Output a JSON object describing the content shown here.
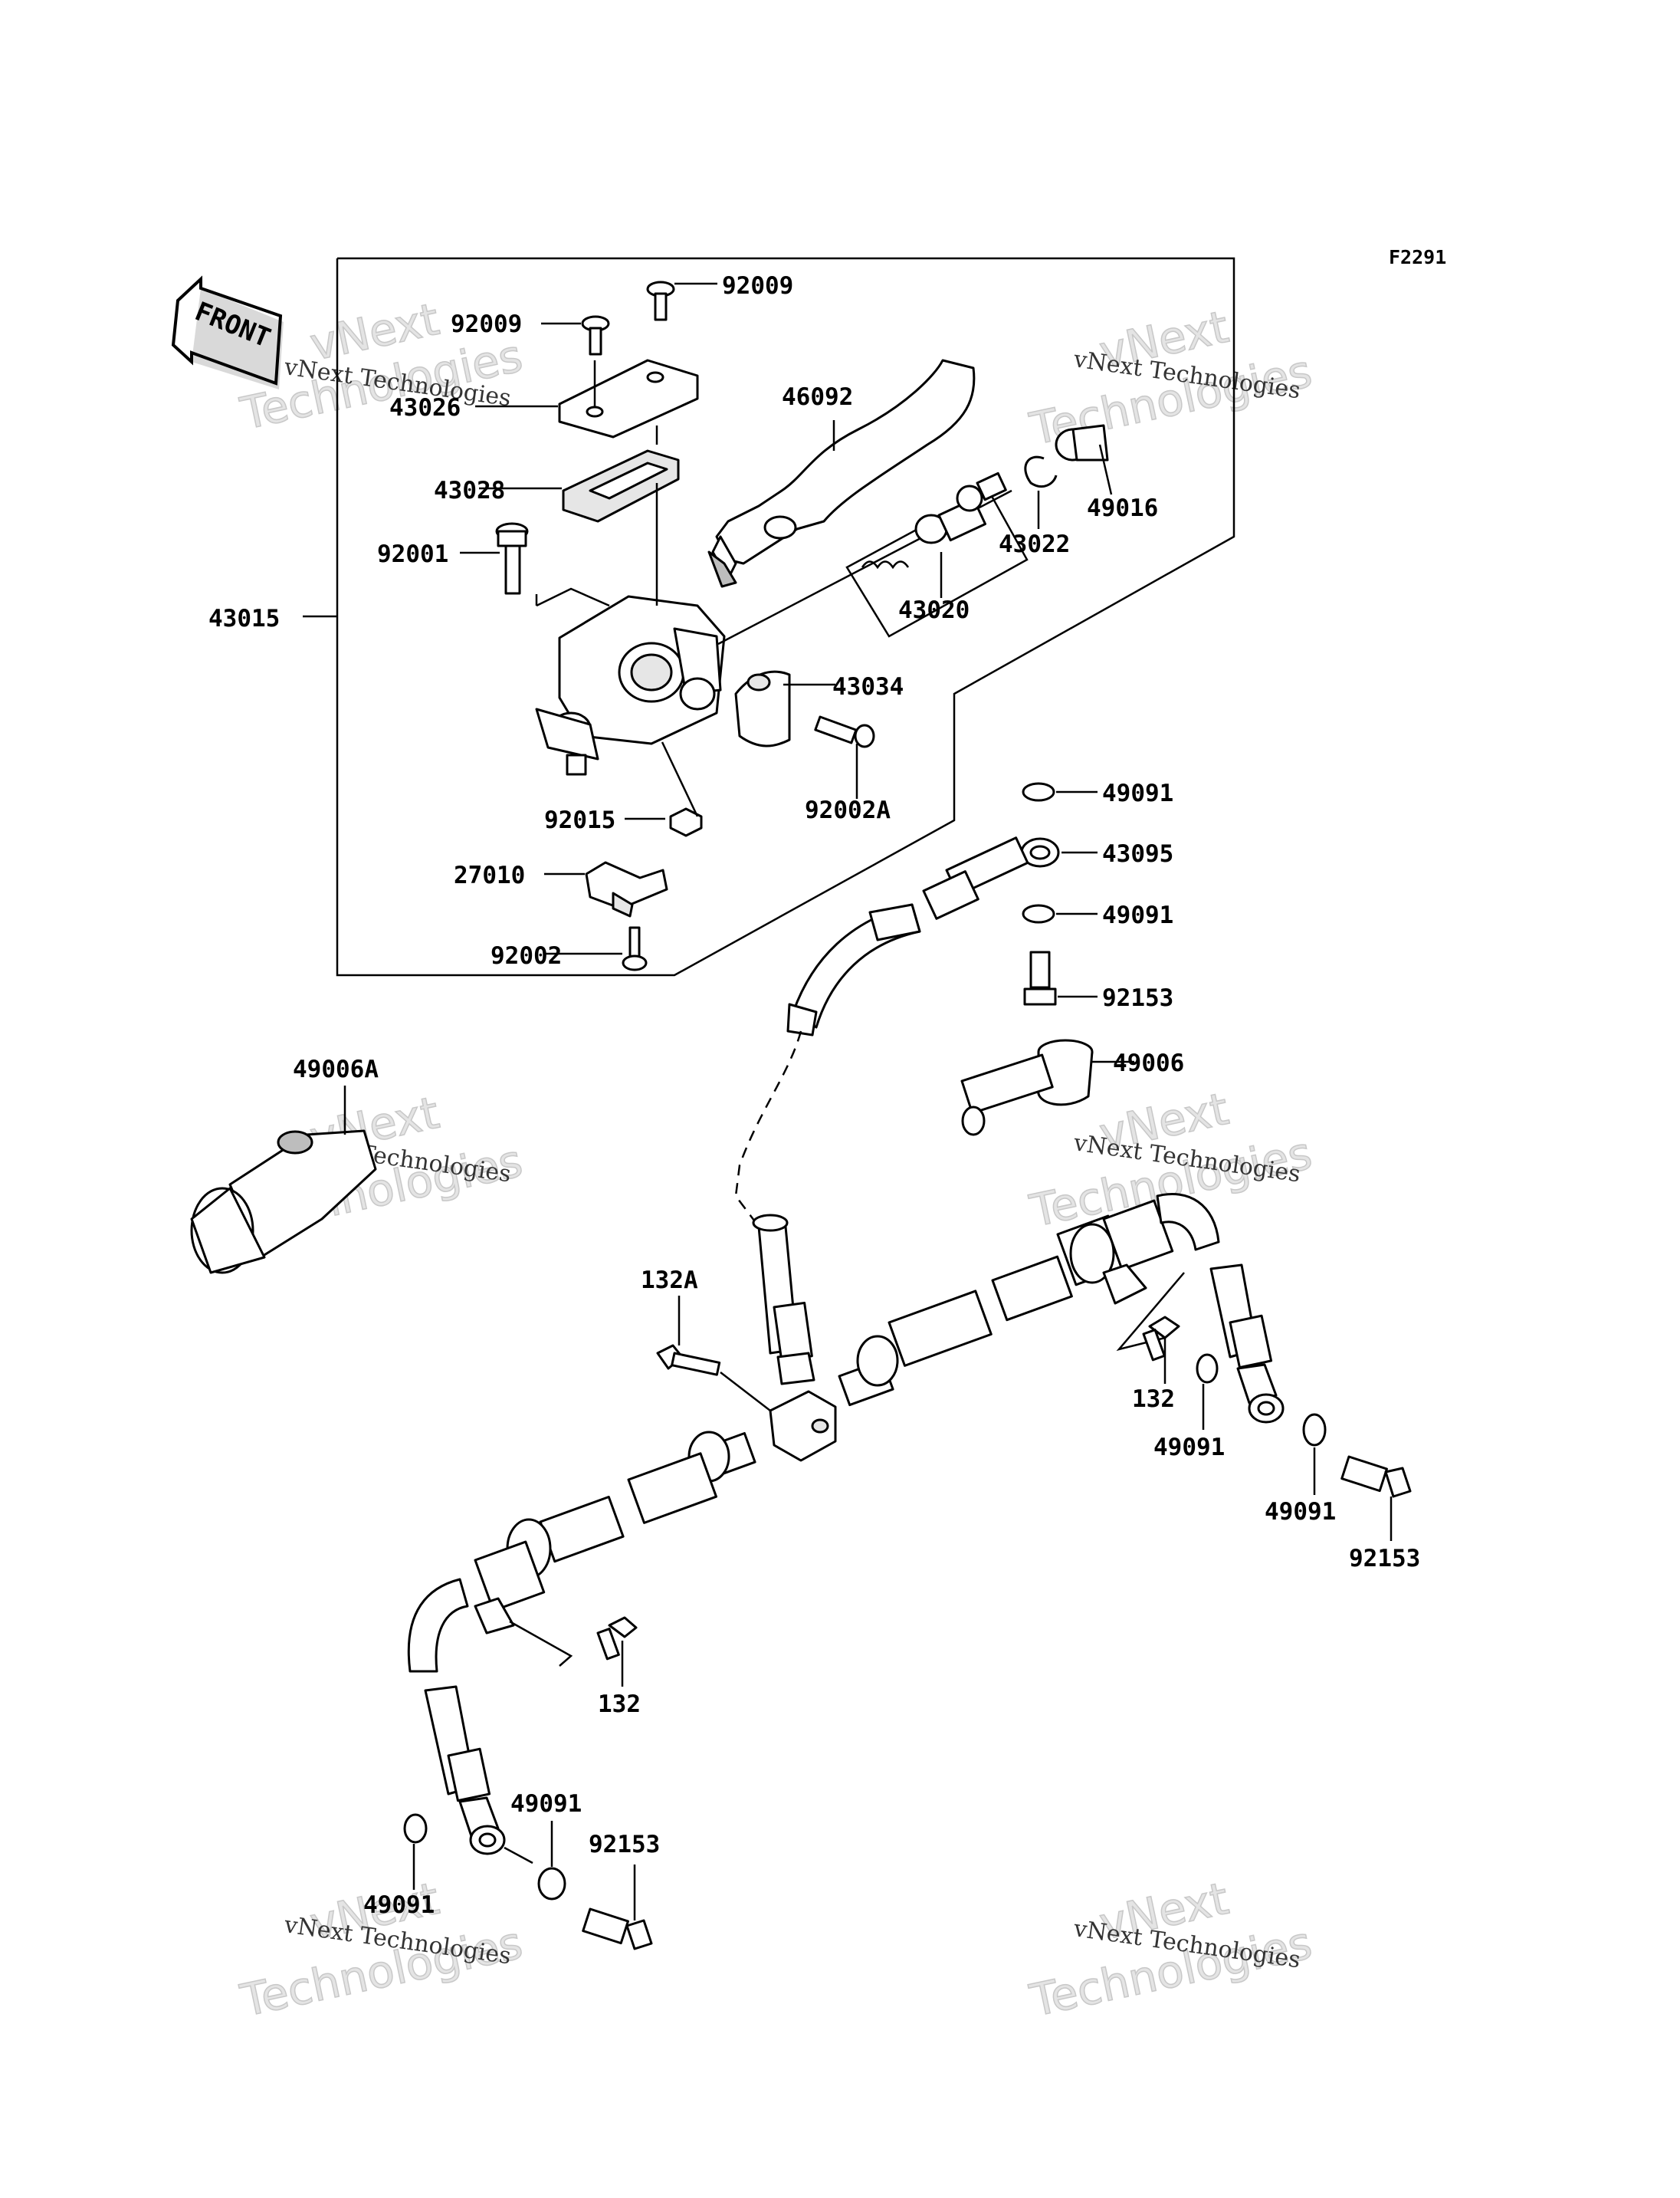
{
  "diagram_code": "F2291",
  "front_badge": "FRONT",
  "watermark": {
    "line1": "vNext Technologies",
    "line2": "Technologies",
    "line3": "vNext"
  },
  "labels": {
    "p92009_top": "92009",
    "p92009_mid": "92009",
    "p43026": "43026",
    "p43028": "43028",
    "p92001": "92001",
    "p43015": "43015",
    "p46092": "46092",
    "p49016": "49016",
    "p43022": "43022",
    "p43020": "43020",
    "p43034": "43034",
    "p92002A": "92002A",
    "p92015": "92015",
    "p27010": "27010",
    "p92002": "92002",
    "p49091_a": "49091",
    "p43095": "43095",
    "p49091_b": "49091",
    "p92153_a": "92153",
    "p49006": "49006",
    "p49006A": "49006A",
    "p132A": "132A",
    "p132_right": "132",
    "p49091_c": "49091",
    "p49091_d": "49091",
    "p92153_b": "92153",
    "p132_bottom": "132",
    "p49091_e": "49091",
    "p92153_c": "92153",
    "p49091_f": "49091"
  }
}
